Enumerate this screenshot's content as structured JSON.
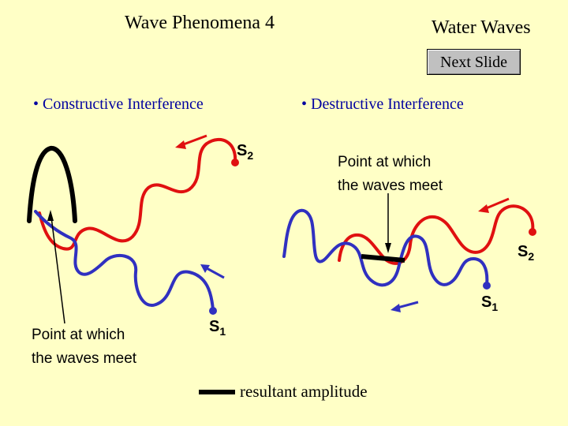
{
  "header": {
    "title_left": "Wave Phenomena 4",
    "title_right": "Water Waves",
    "next_button": "Next Slide"
  },
  "headings": {
    "constructive": "• Constructive Interference",
    "destructive": "• Destructive Interference"
  },
  "constructive": {
    "source_2": "S",
    "source_2_sub": "2",
    "source_1": "S",
    "source_1_sub": "1",
    "meet_label_line1": "Point at which",
    "meet_label_line2": "the waves meet"
  },
  "destructive": {
    "meet_label_line1": "Point at which",
    "meet_label_line2": "the waves meet",
    "source_2": "S",
    "source_2_sub": "2",
    "source_1": "S",
    "source_1_sub": "1"
  },
  "legend": {
    "resultant_label": "resultant amplitude"
  },
  "colors": {
    "background": "#FFFFC6",
    "red_wave": "#E01010",
    "blue_wave": "#3030C0",
    "resultant": "#000000",
    "heading_text": "#0000A0"
  }
}
